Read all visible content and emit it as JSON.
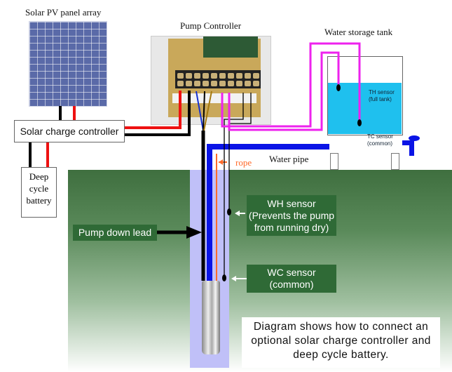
{
  "diagram": {
    "title": "Solar water pump wiring diagram",
    "labels": {
      "solar_panel": "Solar PV panel array",
      "pump_controller": "Pump Controller",
      "water_storage_tank": "Water storage tank",
      "solar_charge_controller": "Solar charge controller",
      "battery": "Deep cycle battery",
      "water_pipe": "Water pipe",
      "rope": "rope",
      "pump_down_lead": "Pump down lead",
      "wh_sensor": "WH sensor (Prevents the pump from running dry)",
      "wh_sensor_line1": "WH sensor",
      "wh_sensor_line2": "(Prevents the pump",
      "wh_sensor_line3": "from running dry)",
      "wc_sensor_line1": "WC sensor",
      "wc_sensor_line2": "(common)",
      "th_sensor_line1": "TH sensor",
      "th_sensor_line2": "(full tank)",
      "tc_sensor_line1": "TC sensor",
      "tc_sensor_line2": "(common)",
      "battery_line1": "Deep",
      "battery_line2": "cycle",
      "battery_line3": "battery"
    },
    "note": {
      "line1": "Diagram shows how to connect an",
      "line2": "optional solar charge controller and",
      "line3": "deep cycle battery."
    },
    "colors": {
      "positive_wire": "#ee1111",
      "negative_wire": "#000000",
      "sensor_wire": "#ee22ee",
      "water_pipe": "#0a14e6",
      "rope": "#ff6a2a",
      "water": "#1fc0ee",
      "ground": "#3f6f3f",
      "label_box": "#2f6a36",
      "well": "#c0c0f8"
    }
  }
}
